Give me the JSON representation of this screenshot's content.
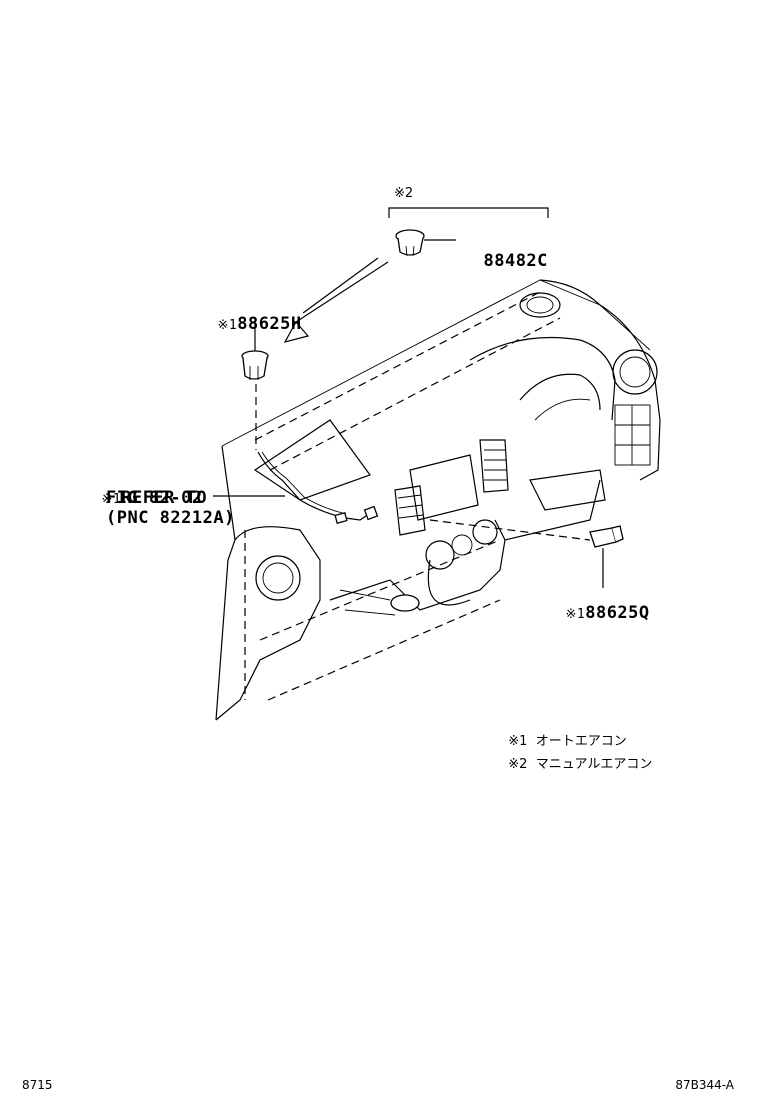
{
  "bracket_mark": "※2",
  "parts": [
    {
      "mark": "",
      "number": "88482C"
    },
    {
      "mark": "※1",
      "number": "88625H"
    },
    {
      "mark": "※1",
      "number": "88625Q"
    }
  ],
  "reference": {
    "mark": "※1",
    "line1": "REFER TO",
    "line2": "FIG 82-02",
    "line3": "(PNC 82212A)"
  },
  "legend": [
    {
      "mark": "※1",
      "text": "オートエアコン"
    },
    {
      "mark": "※2",
      "text": "マニュアルエアコン"
    }
  ],
  "footer": {
    "left": "8715",
    "right": "87B344-A"
  }
}
